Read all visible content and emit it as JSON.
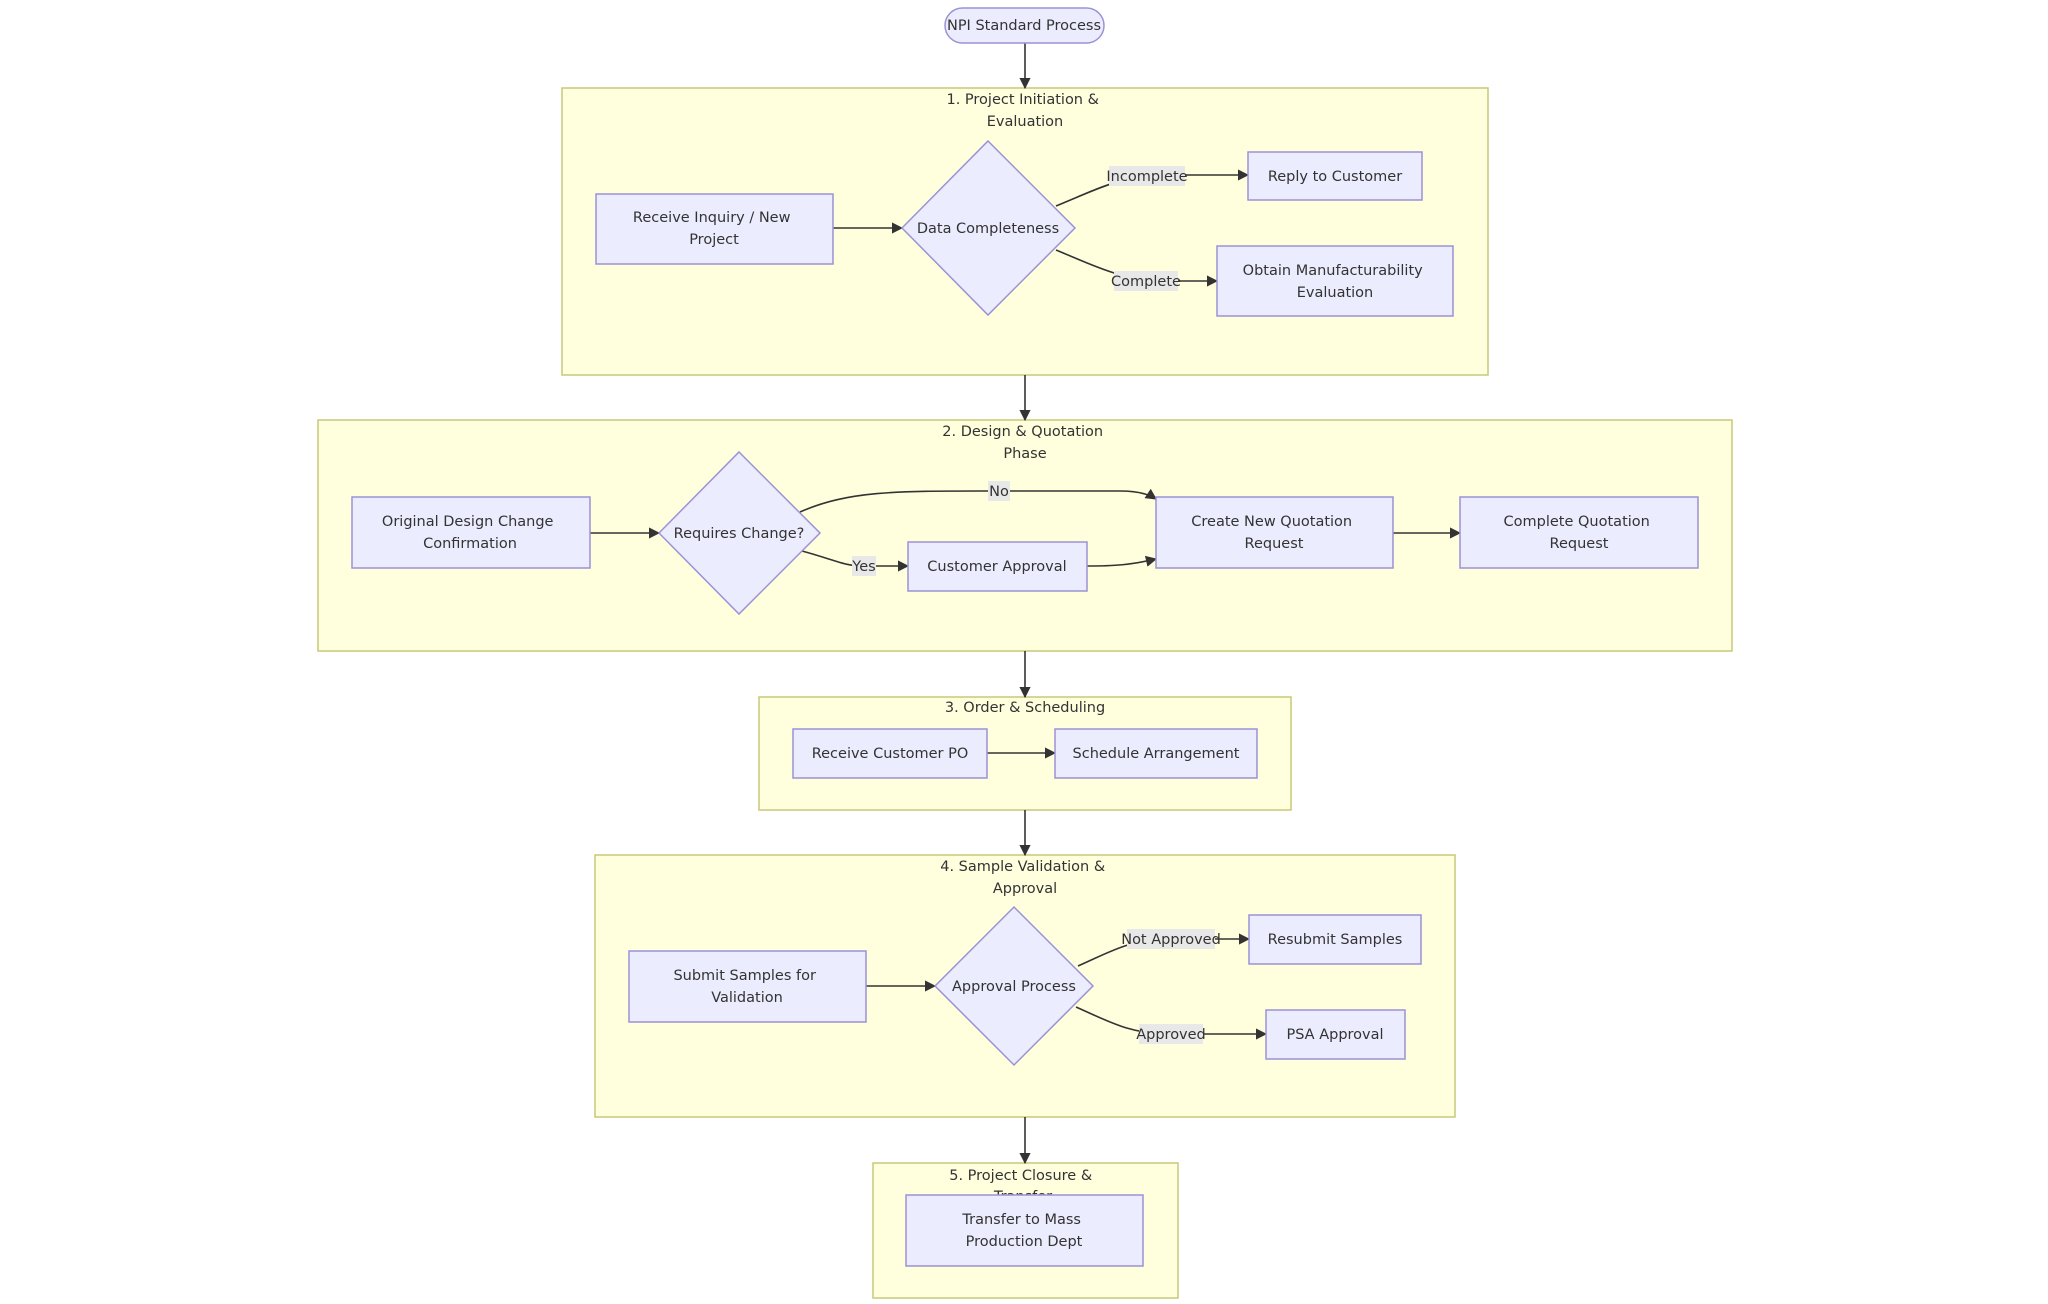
{
  "colors": {
    "node_fill": "#ececff",
    "node_stroke": "#9b92d6",
    "cluster_fill": "#ffffde",
    "cluster_stroke": "#c8c87a",
    "edge": "#333333"
  },
  "start": {
    "label": "NPI Standard Process"
  },
  "clusters": {
    "c1": {
      "title": [
        "1. Project Initiation &",
        "Evaluation"
      ]
    },
    "c2": {
      "title": [
        "2. Design & Quotation",
        "Phase"
      ]
    },
    "c3": {
      "title": [
        "3. Order & Scheduling"
      ]
    },
    "c4": {
      "title": [
        "4. Sample Validation &",
        "Approval"
      ]
    },
    "c5": {
      "title": [
        "5. Project Closure &",
        "Transfer"
      ]
    }
  },
  "nodes": {
    "receive_inquiry": {
      "label": [
        "Receive Inquiry / New",
        "Project"
      ]
    },
    "data_completeness": {
      "label": [
        "Data Completeness"
      ]
    },
    "reply_customer": {
      "label": [
        "Reply to Customer"
      ]
    },
    "obtain_mfg_eval": {
      "label": [
        "Obtain Manufacturability",
        "Evaluation"
      ]
    },
    "orig_design_change": {
      "label": [
        "Original Design Change",
        "Confirmation"
      ]
    },
    "requires_change": {
      "label": [
        "Requires Change?"
      ]
    },
    "customer_approval": {
      "label": [
        "Customer Approval"
      ]
    },
    "create_quotation": {
      "label": [
        "Create New Quotation",
        "Request"
      ]
    },
    "complete_quotation": {
      "label": [
        "Complete Quotation",
        "Request"
      ]
    },
    "receive_po": {
      "label": [
        "Receive Customer PO"
      ]
    },
    "schedule": {
      "label": [
        "Schedule Arrangement"
      ]
    },
    "submit_samples": {
      "label": [
        "Submit Samples for",
        "Validation"
      ]
    },
    "approval_process": {
      "label": [
        "Approval Process"
      ]
    },
    "resubmit_samples": {
      "label": [
        "Resubmit Samples"
      ]
    },
    "psa_approval": {
      "label": [
        "PSA Approval"
      ]
    },
    "transfer_mass": {
      "label": [
        "Transfer to Mass",
        "Production Dept"
      ]
    }
  },
  "edge_labels": {
    "incomplete": "Incomplete",
    "complete": "Complete",
    "no": "No",
    "yes": "Yes",
    "not_approved": "Not Approved",
    "approved": "Approved"
  }
}
